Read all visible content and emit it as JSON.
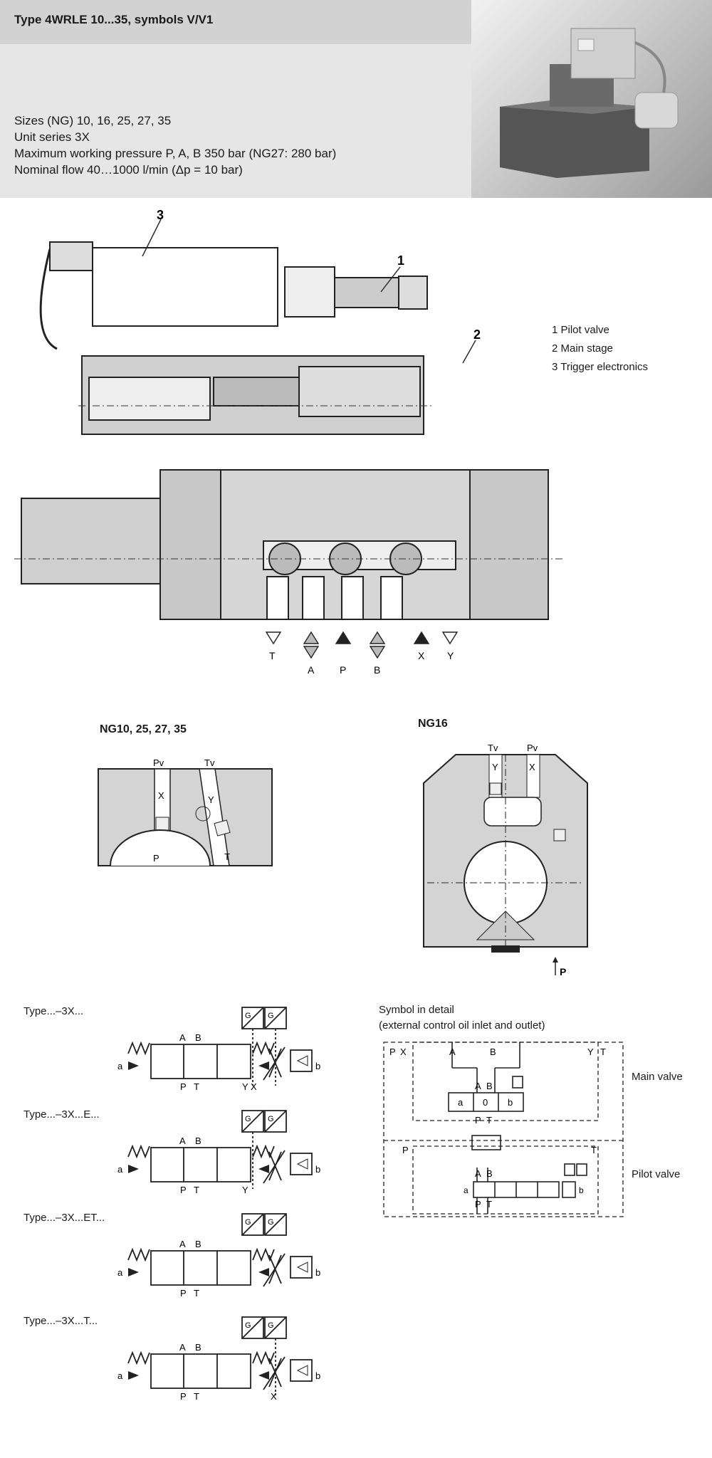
{
  "header": {
    "title": "Type 4WRLE 10...35, symbols V/V1",
    "specs": [
      "Sizes (NG) 10, 16, 25, 27, 35",
      "Unit series 3X",
      "Maximum working pressure P, A, B 350 bar (NG27: 280 bar)",
      "Nominal flow 40…1000 l/min (Δp = 10 bar)"
    ]
  },
  "section_drawing": {
    "callouts": [
      "3",
      "1",
      "2"
    ],
    "legend": [
      "1 Pilot valve",
      "2 Main stage",
      "3 Trigger electronics"
    ],
    "ports": [
      "T",
      "A",
      "P",
      "B",
      "X",
      "Y"
    ]
  },
  "detail_ng10": {
    "title": "NG10, 25, 27, 35",
    "labels": [
      "Pv",
      "Tv",
      "X",
      "Y",
      "P",
      "T"
    ]
  },
  "detail_ng16": {
    "title": "NG16",
    "labels": [
      "Tv",
      "Pv",
      "Y",
      "X",
      "P"
    ]
  },
  "symbols": [
    {
      "type": "Type...–3X...",
      "bottom_ports": "Y X"
    },
    {
      "type": "Type...–3X...E...",
      "bottom_ports": "Y"
    },
    {
      "type": "Type...–3X...ET...",
      "bottom_ports": ""
    },
    {
      "type": "Type...–3X...T...",
      "bottom_ports": "X"
    }
  ],
  "symbol_common": {
    "A": "A",
    "B": "B",
    "P": "P",
    "T": "T",
    "a": "a",
    "b": "b",
    "G": "G"
  },
  "detail_symbol": {
    "heading_1": "Symbol in detail",
    "heading_2": "(external control oil inlet and outlet)",
    "main_label": "Main valve",
    "pilot_label": "Pilot valve",
    "ports": [
      "P",
      "X",
      "A",
      "B",
      "Y",
      "T"
    ],
    "center": "0"
  }
}
